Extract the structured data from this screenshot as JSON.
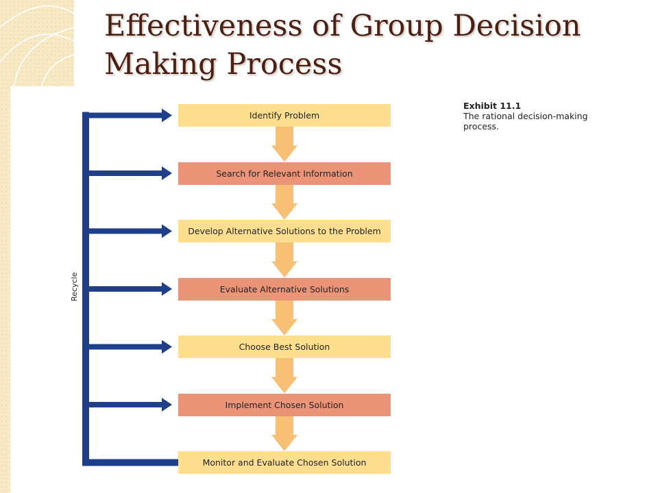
{
  "slide": {
    "title": "Effectiveness of Group Decision\nMaking Process"
  },
  "exhibit": {
    "label": "Exhibit 11.1",
    "caption": "The rational decision-making\nprocess."
  },
  "diagram": {
    "feedback_label": "Recycle",
    "steps": [
      {
        "label": "Identify Problem",
        "tone": "light"
      },
      {
        "label": "Search for Relevant Information",
        "tone": "dark"
      },
      {
        "label": "Develop Alternative Solutions to the Problem",
        "tone": "light"
      },
      {
        "label": "Evaluate Alternative Solutions",
        "tone": "dark"
      },
      {
        "label": "Choose Best Solution",
        "tone": "light"
      },
      {
        "label": "Implement Chosen Solution",
        "tone": "dark"
      },
      {
        "label": "Monitor and Evaluate Chosen Solution",
        "tone": "light"
      }
    ]
  },
  "colors": {
    "title": "#4b1f12",
    "step_light": "#fddf8e",
    "step_dark": "#ec9478",
    "flow_arrow": "#f7b55c",
    "recycle_arrow": "#1f3f8a",
    "background_strip": "#f6e9c4"
  },
  "icons": [
    "down-arrow-icon",
    "recycle-arrow-icon"
  ]
}
